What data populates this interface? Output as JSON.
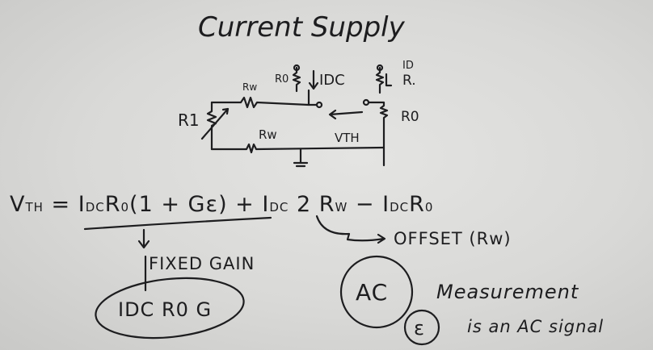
{
  "title": "Current Supply",
  "circuit": {
    "r1_label": "R1",
    "rw_top_label": "Rw",
    "rw_bottom_label": "Rw",
    "ro_small_label": "R0",
    "idc_label": "IDC",
    "id_label": "ID",
    "r0_top_right_label": "R.",
    "ro_label": "R0",
    "vth_label": "VTH"
  },
  "equation": {
    "lhs": "V",
    "lhs_sub": "TH",
    "eq": " = ",
    "t1": "I",
    "t1_sub": "DC",
    "t1b": "R",
    "t1b_sub": "0",
    "t1c": "(1 + Gε) + ",
    "t2": "I",
    "t2_sub": "DC",
    "t2b": " 2 R",
    "t2b_sub": "W",
    "t2c": "  − ",
    "t3": "I",
    "t3_sub": "DC",
    "t3b": "R",
    "t3b_sub": "0"
  },
  "annotations": {
    "offset": "OFFSET (Rw)",
    "fixed_gain": "FIXED GAIN",
    "gain_expr": "IDC R0 G",
    "ac": "AC",
    "measurement": "Measurement",
    "epsilon": "ε",
    "ac_signal": "is an AC signal"
  }
}
